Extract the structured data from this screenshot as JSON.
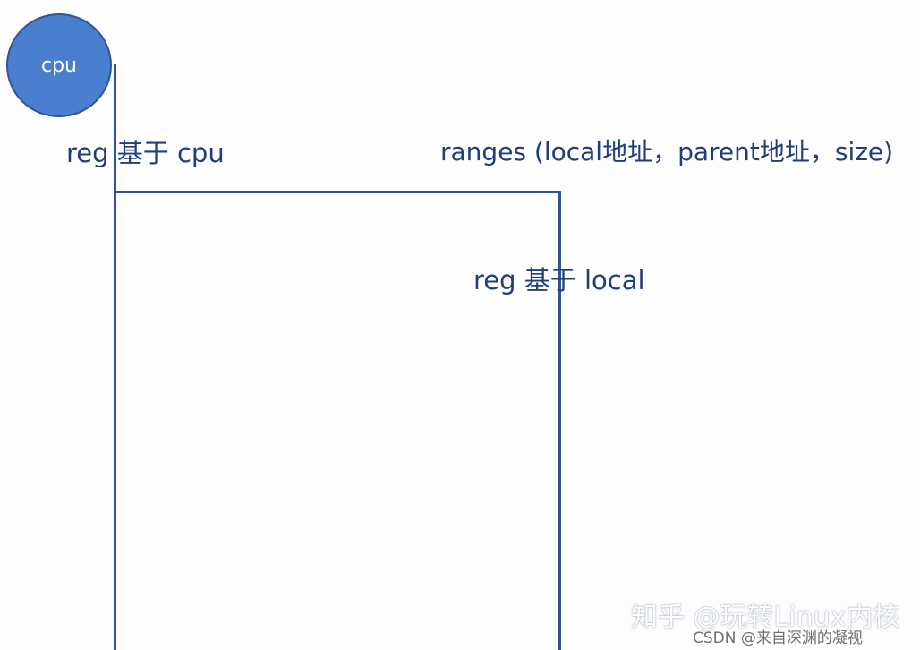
{
  "diagram": {
    "node": {
      "label": "cpu"
    },
    "labels": {
      "reg_cpu": "reg 基于 cpu",
      "ranges": "ranges (local地址，parent地址，size)",
      "reg_local": "reg 基于 local"
    }
  },
  "watermarks": {
    "zhihu": "知乎 @玩转Linux内核",
    "csdn": "CSDN @来自深渊的凝视"
  },
  "colors": {
    "node_fill": "#4a7fd0",
    "line": "#2f5597",
    "text": "#203f78"
  }
}
